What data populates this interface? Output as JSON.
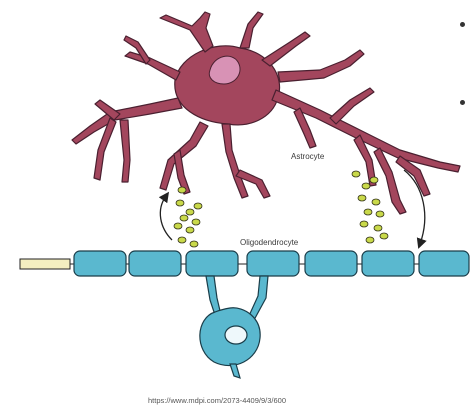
{
  "labels": {
    "astrocyte": "Astrocyte",
    "oligodendrocyte": "Oligodendrocyte",
    "source_url": "https://www.mdpi.com/2073-4409/9/3/600"
  },
  "colors": {
    "astrocyte_fill": "#a3465d",
    "astrocyte_stroke": "#4a2030",
    "nucleus_fill": "#d892b5",
    "myelin_fill": "#5ab8cf",
    "axon_fill": "#f4efc0",
    "vesicle_fill": "#c9d94a",
    "outline": "#222222"
  },
  "icons": [
    "curved-arrow-up-icon",
    "curved-arrow-down-icon",
    "bullet-icon"
  ]
}
